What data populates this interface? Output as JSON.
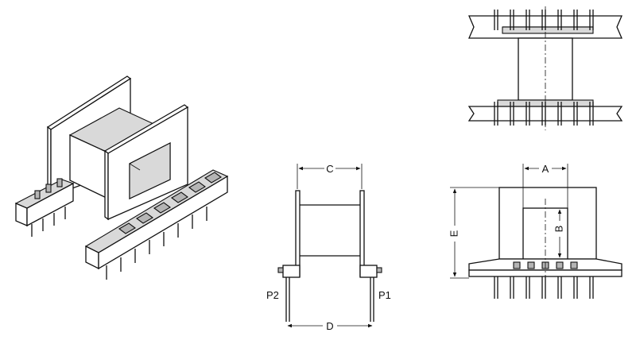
{
  "labels": {
    "dim_a": "A",
    "dim_b": "B",
    "dim_c": "C",
    "dim_d": "D",
    "dim_e": "E",
    "pin_p1": "P1",
    "pin_p2": "P2"
  }
}
